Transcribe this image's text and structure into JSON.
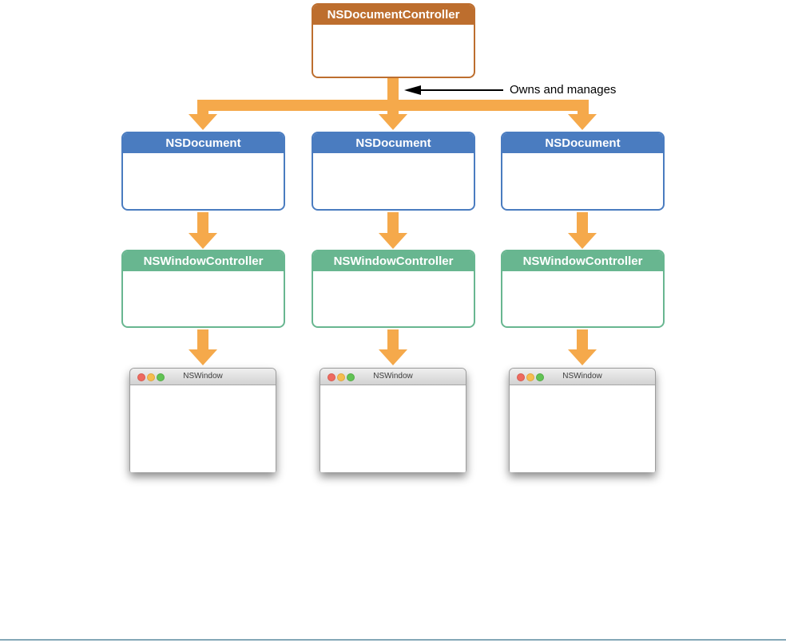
{
  "diagram": {
    "annotation": {
      "label": "Owns and manages"
    },
    "colors": {
      "controller_orange": "#bd6e2e",
      "document_blue": "#4a7cc0",
      "window_controller_green": "#68b690",
      "arrow_orange": "#f5a94b",
      "annotation_black": "#000000",
      "bottom_rule_blue": "#84a7b7",
      "traffic_light_close": "#ee6a5f",
      "traffic_light_minimize": "#f5bd4f",
      "traffic_light_zoom": "#61c354"
    },
    "nodes": {
      "controller": {
        "label": "NSDocumentController"
      },
      "documents": [
        {
          "label": "NSDocument"
        },
        {
          "label": "NSDocument"
        },
        {
          "label": "NSDocument"
        }
      ],
      "window_controllers": [
        {
          "label": "NSWindowController"
        },
        {
          "label": "NSWindowController"
        },
        {
          "label": "NSWindowController"
        }
      ],
      "windows": [
        {
          "title": "NSWindow"
        },
        {
          "title": "NSWindow"
        },
        {
          "title": "NSWindow"
        }
      ]
    }
  }
}
